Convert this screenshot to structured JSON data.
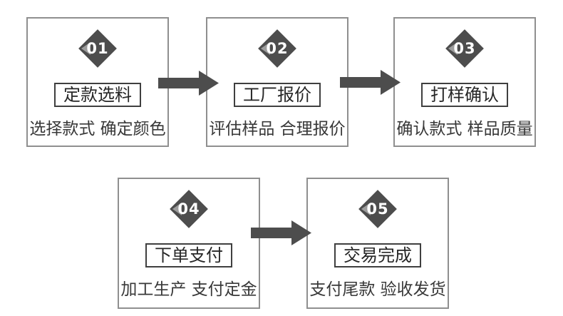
{
  "diagram": {
    "kind": "process-flow",
    "background": "#ffffff"
  },
  "colors": {
    "box_border": "#8f8f8f",
    "title_border": "#3f3f3f",
    "diamond_fill": "#4d4d4d",
    "diamond_notch": "#9e9e9e",
    "step_number_text": "#ffffff",
    "arrow_fill": "#4d4d4d",
    "title_text": "#262626",
    "subtitle_text": "#383838"
  },
  "icons": {
    "step_badge": "diamond-number-icon",
    "connector": "arrow-right-icon"
  },
  "steps": [
    {
      "number": "01",
      "title": "定款选料",
      "subtitle": "选择款式 确定颜色"
    },
    {
      "number": "02",
      "title": "工厂报价",
      "subtitle": "评估样品 合理报价"
    },
    {
      "number": "03",
      "title": "打样确认",
      "subtitle": "确认款式 样品质量"
    },
    {
      "number": "04",
      "title": "下单支付",
      "subtitle": "加工生产 支付定金"
    },
    {
      "number": "05",
      "title": "交易完成",
      "subtitle": "支付尾款 验收发货"
    }
  ],
  "flow": [
    {
      "from": "01",
      "to": "02"
    },
    {
      "from": "02",
      "to": "03"
    },
    {
      "from": "04",
      "to": "05"
    }
  ]
}
